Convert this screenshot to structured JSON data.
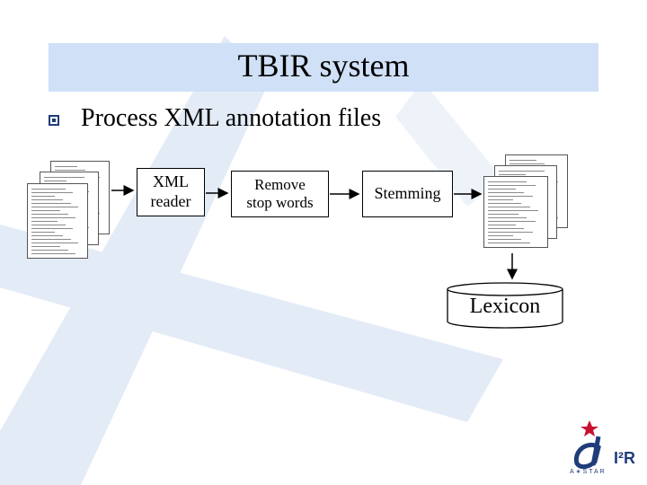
{
  "slide": {
    "title": "TBIR system",
    "bullet": "Process XML annotation files"
  },
  "pipeline": {
    "steps": [
      {
        "id": "xml-reader",
        "label": "XML\nreader"
      },
      {
        "id": "remove-stop-words",
        "label": "Remove\nstop words"
      },
      {
        "id": "stemming",
        "label": "Stemming"
      }
    ],
    "store": {
      "label": "Lexicon"
    }
  },
  "logo": {
    "i2r": "I²R",
    "astar": "A∗STAR"
  },
  "colors": {
    "title_band": "#cfe0f7",
    "watermark": "#e3ebf7",
    "logo": "#1f3d7a",
    "logo_star": "#c8102e"
  }
}
